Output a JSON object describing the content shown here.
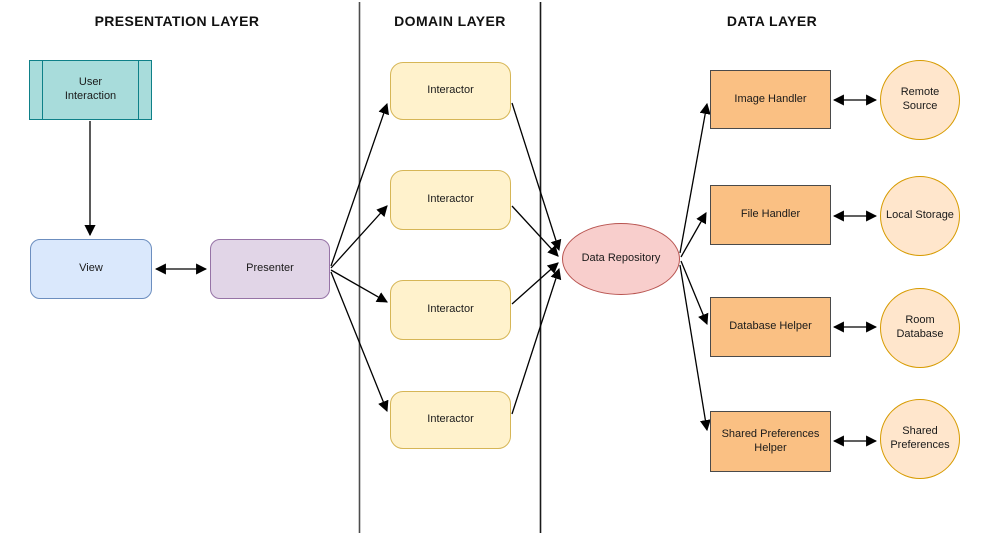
{
  "diagram": {
    "layers": {
      "presentation": "PRESENTATION LAYER",
      "domain": "DOMAIN LAYER",
      "data": "DATA LAYER"
    },
    "presentation": {
      "user_interaction": "User Interaction",
      "view": "View",
      "presenter": "Presenter"
    },
    "domain": {
      "interactors": [
        "Interactor",
        "Interactor",
        "Interactor",
        "Interactor"
      ]
    },
    "data": {
      "repository": "Data Repository",
      "rows": [
        {
          "handler": "Image Handler",
          "store": "Remote Source"
        },
        {
          "handler": "File Handler",
          "store": "Local Storage"
        },
        {
          "handler": "Database Helper",
          "store": "Room Database"
        },
        {
          "handler": "Shared Preferences Helper",
          "store": "Shared Preferences"
        }
      ]
    },
    "colors": {
      "user_interaction_fill": "#a8dcdb",
      "user_interaction_stroke": "#0e8088",
      "view_fill": "#dae8fc",
      "view_stroke": "#6c8ebf",
      "presenter_fill": "#e1d5e7",
      "presenter_stroke": "#9673a6",
      "interactor_fill": "#fff2cc",
      "interactor_stroke": "#d6b656",
      "repository_fill": "#f8cecc",
      "repository_stroke": "#b85450",
      "handler_fill": "#fac083",
      "handler_stroke": "#4a4a4a",
      "store_fill": "#ffe6cc",
      "store_stroke": "#d79b00",
      "connector": "#000000"
    }
  }
}
